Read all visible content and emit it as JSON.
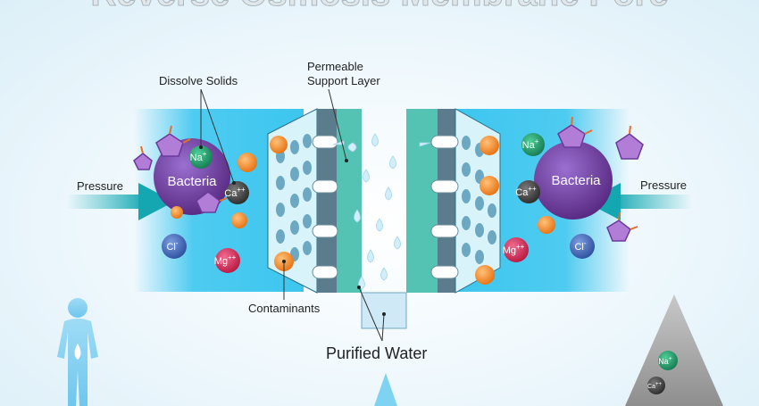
{
  "title": "Reverse Osmosis Membrane Pore",
  "labels": {
    "dissolve_solids": "Dissolve Solids",
    "permeable_line1": "Permeable",
    "permeable_line2": "Support Layer",
    "pressure_left": "Pressure",
    "pressure_right": "Pressure",
    "bacteria_left": "Bacteria",
    "bacteria_right": "Bacteria",
    "contaminants": "Contaminants",
    "purified_water": "Purified Water"
  },
  "ions": {
    "na": "Na",
    "ca": "Ca",
    "mg": "Mg",
    "cl": "Cl",
    "plus": "+",
    "plusplus": "++",
    "minus": "-"
  },
  "colors": {
    "water_blue": "#3cc6ef",
    "membrane_teal": "#55c3b3",
    "support_gray": "#5b7c8c",
    "bacteria_purple": "#6a3a9b",
    "contaminant_orange": "#f08a1e",
    "na_green": "#1f9a6b",
    "ca_dark": "#3d3d3d",
    "mg_red": "#d3245a",
    "cl_blue": "#3f64b8"
  },
  "icons": [
    "human-silhouette-icon",
    "water-drop-icon",
    "pressure-arrow-icon"
  ]
}
